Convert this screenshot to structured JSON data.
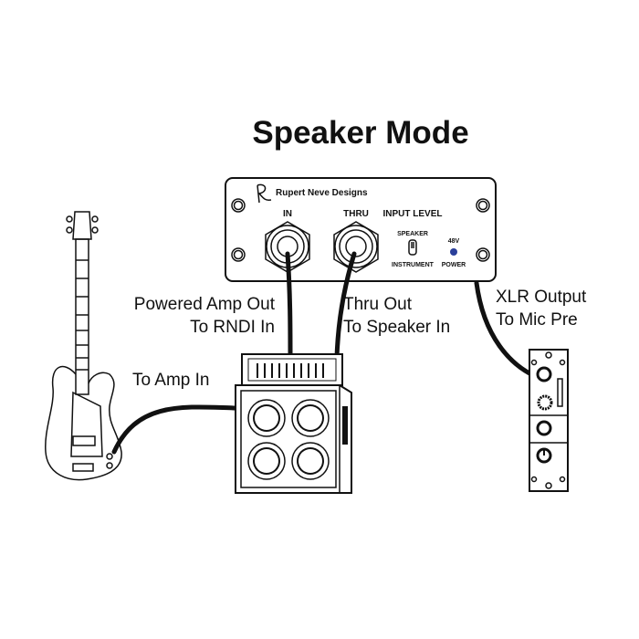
{
  "title": "Speaker Mode",
  "di_box": {
    "brand": "Rupert Neve Designs",
    "jack_in": "IN",
    "jack_thru": "THRU",
    "input_level": "INPUT LEVEL",
    "switch_top": "SPEAKER",
    "switch_bottom": "INSTRUMENT",
    "phantom": "48V",
    "power": "POWER",
    "led_color": "#2a3f9a"
  },
  "labels": {
    "amp_out_1": "Powered Amp Out",
    "amp_out_2": "To RNDI In",
    "thru_1": "Thru Out",
    "thru_2": "To Speaker In",
    "xlr_1": "XLR Output",
    "xlr_2": "To Mic Pre",
    "amp_in": "To Amp In"
  }
}
